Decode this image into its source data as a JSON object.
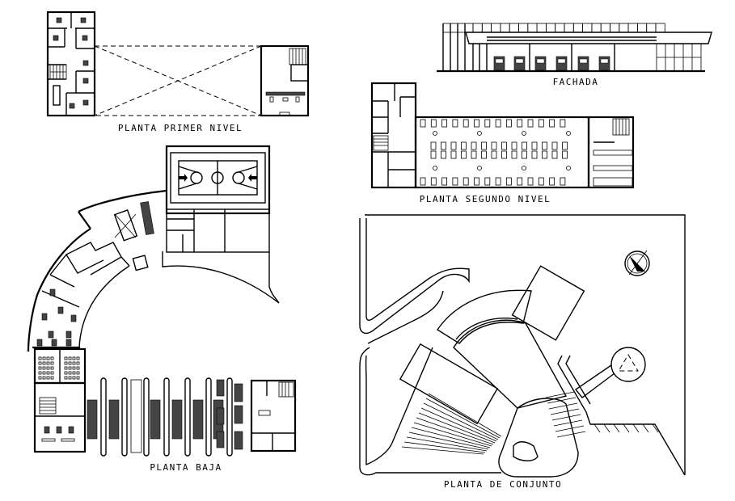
{
  "sheet": {
    "background": "#ffffff",
    "line_color": "#000000"
  },
  "drawings": {
    "planta_primer_nivel": {
      "title": "PLANTA   PRIMER   NIVEL"
    },
    "fachada": {
      "title": "FACHADA"
    },
    "planta_segundo_nivel": {
      "title": "PLANTA   SEGUNDO   NIVEL"
    },
    "planta_baja": {
      "title": "PLANTA   BAJA"
    },
    "planta_de_conjunto": {
      "title": "PLANTA   DE   CONJUNTO"
    }
  },
  "icons": {
    "north_arrow": "north-arrow-icon",
    "fire_truck": "fire-truck-icon",
    "basketball_court": "basketball-court-icon"
  }
}
